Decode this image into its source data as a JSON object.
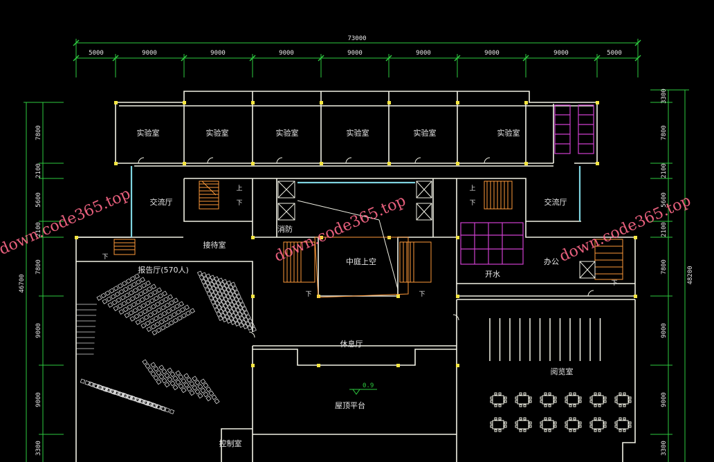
{
  "dimensions": {
    "total_top": "73000",
    "top_segments": [
      "5000",
      "9000",
      "9000",
      "9000",
      "9000",
      "9000",
      "9000",
      "9000",
      "5000"
    ],
    "left_total": "46700",
    "left_segments": [
      "7800",
      "2100",
      "5600",
      "2100",
      "7800",
      "9000",
      "9000",
      "3300"
    ],
    "right_total": "48200",
    "right_segments": [
      "3300",
      "7800",
      "2100",
      "5600",
      "2100",
      "7800",
      "9000",
      "9000",
      "3300"
    ],
    "elevation": "0.9"
  },
  "rooms": {
    "lab_1": "实验室",
    "lab_2": "实验室",
    "lab_3": "实验室",
    "lab_4": "实验室",
    "lab_5": "实验室",
    "lab_6": "实验室",
    "exchange_left": "交流厅",
    "exchange_right": "交流厅",
    "reception": "接待室",
    "lecture_hall": "报告厅(570人)",
    "atrium": "中庭上空",
    "lounge": "休息厅",
    "roof_platform": "屋顶平台",
    "reading_room": "阅览室",
    "office": "办公",
    "water_room": "开水",
    "control_room": "控制室",
    "fire_room": "消防",
    "stair_up_1": "上",
    "stair_down_1": "下",
    "stair_up_2": "上",
    "stair_down_2": "下",
    "stair_down_3": "下",
    "stair_down_4": "下",
    "stair_down_5": "下",
    "stair_down_6": "下"
  },
  "watermark": "down.code365.top",
  "colors": {
    "background": "#000000",
    "dimension": "#2ecc40",
    "wall": "#f2f2e6",
    "column": "#f5e642",
    "stair": "#ff9a3a",
    "fixture": "#d040d0",
    "window": "#7fd4e0",
    "watermark": "#ff6a8a"
  }
}
